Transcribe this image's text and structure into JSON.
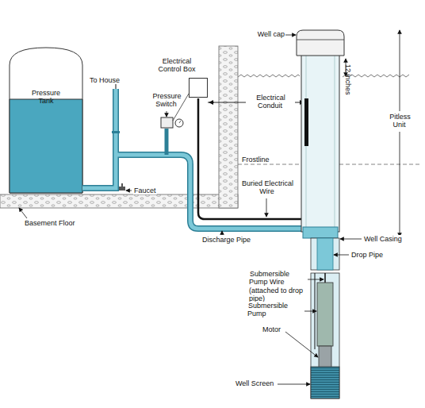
{
  "diagram": {
    "nodes": [
      {
        "text": [
          "Pressure Tank"
        ]
      },
      {
        "text": [
          "Electrical Control Box"
        ]
      }
    ],
    "labels": [
      "To House",
      "Pressure Switch",
      "Electrical Conduit",
      "Faucet",
      "Basement Floor",
      "Well cap",
      "12 inches",
      "Pitless Unit",
      "Frostline",
      "Buried Electrical Wire",
      "Discharge Pipe",
      "Well Casing",
      "Drop Pipe",
      "Submersible Pump Wire (attached to drop pipe)",
      "Submersible Pump",
      "Motor",
      "Well Screen"
    ]
  }
}
